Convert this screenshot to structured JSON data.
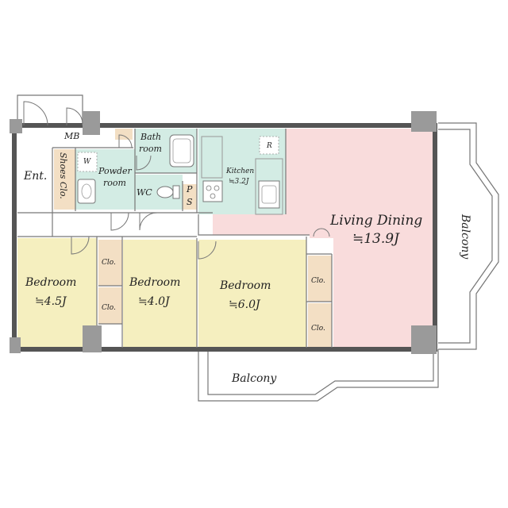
{
  "rooms": {
    "entrance": "Ent.",
    "shoes_closet": "Shoes Clo.",
    "meter_box": "MB",
    "powder_room_line1": "Powder",
    "powder_room_line2": "room",
    "bath_room_line1": "Bath",
    "bath_room_line2": "room",
    "wc": "WC",
    "ps_p": "P",
    "ps_s": "S",
    "kitchen": "Kitchen",
    "kitchen_size": "≒3.2J",
    "living_dining": "Living Dining",
    "living_dining_size": "≒13.9J",
    "bedroom1": "Bedroom",
    "bedroom1_size": "≒4.5J",
    "bedroom2": "Bedroom",
    "bedroom2_size": "≒4.0J",
    "bedroom3": "Bedroom",
    "bedroom3_size": "≒6.0J",
    "closet": "Clo.",
    "balcony_bottom": "Balcony",
    "balcony_right": "Balcony",
    "washer_mark": "W",
    "fridge_mark": "R"
  },
  "colors": {
    "bedroom": "#f5efbf",
    "living": "#f9dcdc",
    "wet_area": "#d3ece4",
    "closet": "#f3dfc4",
    "corridor": "#ffffff",
    "wall": "#555555",
    "column": "#9a9a9a"
  }
}
